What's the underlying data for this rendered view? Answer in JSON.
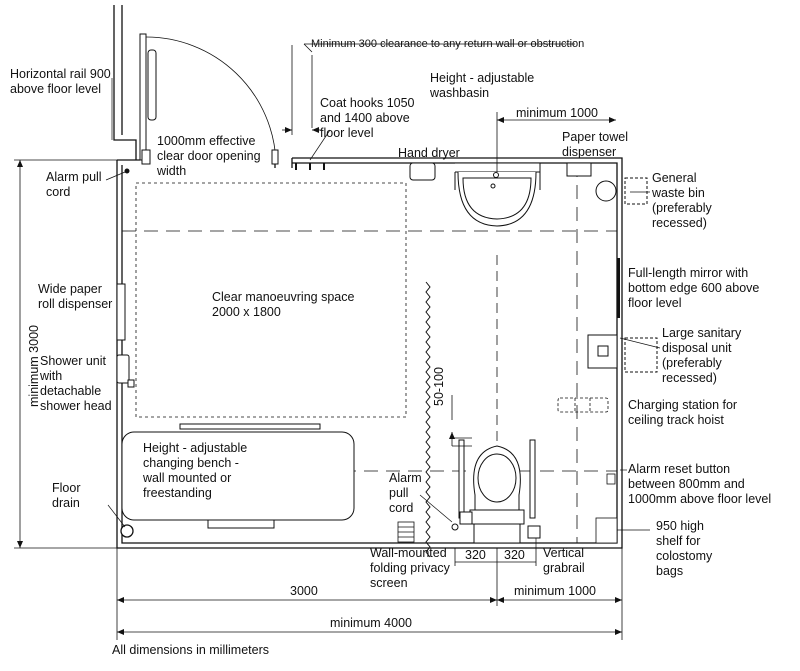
{
  "labels": {
    "horizontal_rail": "Horizontal rail 900\nabove floor level",
    "min_clearance": "Minimum 300 clearance to any return wall or obstruction",
    "washbasin": "Height - adjustable\nwashbasin",
    "coat_hooks": "Coat hooks 1050\nand 1400 above\nfloor level",
    "door_opening": "1000mm effective\nclear door opening\nwidth",
    "hand_dryer": "Hand dryer",
    "paper_towel": "Paper towel\ndispenser",
    "alarm_pull_cord_top": "Alarm pull\ncord",
    "waste_bin": "General\nwaste bin\n(preferably\nrecessed)",
    "manoeuvring": "Clear manoeuvring space\n2000 x 1800",
    "mirror": "Full-length mirror with\nbottom edge 600 above\nfloor level",
    "roll_dispenser": "Wide paper\nroll dispenser",
    "sanitary_unit": "Large sanitary\ndisposal unit\n(preferably\nrecessed)",
    "shower_unit": "Shower unit\nwith\ndetachable\nshower head",
    "charging_station": "Charging station for\nceiling track hoist",
    "changing_bench": "Height - adjustable\nchanging bench -\nwall mounted or\nfreestanding",
    "alarm_reset": "Alarm reset button\nbetween 800mm and\n1000mm above floor level",
    "floor_drain": "Floor\ndrain",
    "alarm_pull_cord_wc": "Alarm\npull\ncord",
    "shelf": "950 high\nshelf for\ncolostomy\nbags",
    "privacy_screen": "Wall-mounted\nfolding privacy\nscreen",
    "vertical_grabrail": "Vertical\ngrabrail",
    "footer": "All dimensions in millimeters"
  },
  "dimensions": {
    "min_1000_top": "minimum 1000",
    "min_3000": "minimum 3000",
    "d_50_100": "50-100",
    "d_320_left": "320",
    "d_320_right": "320",
    "d_3000": "3000",
    "min_1000_bottom": "minimum 1000",
    "min_4000": "minimum 4000"
  }
}
